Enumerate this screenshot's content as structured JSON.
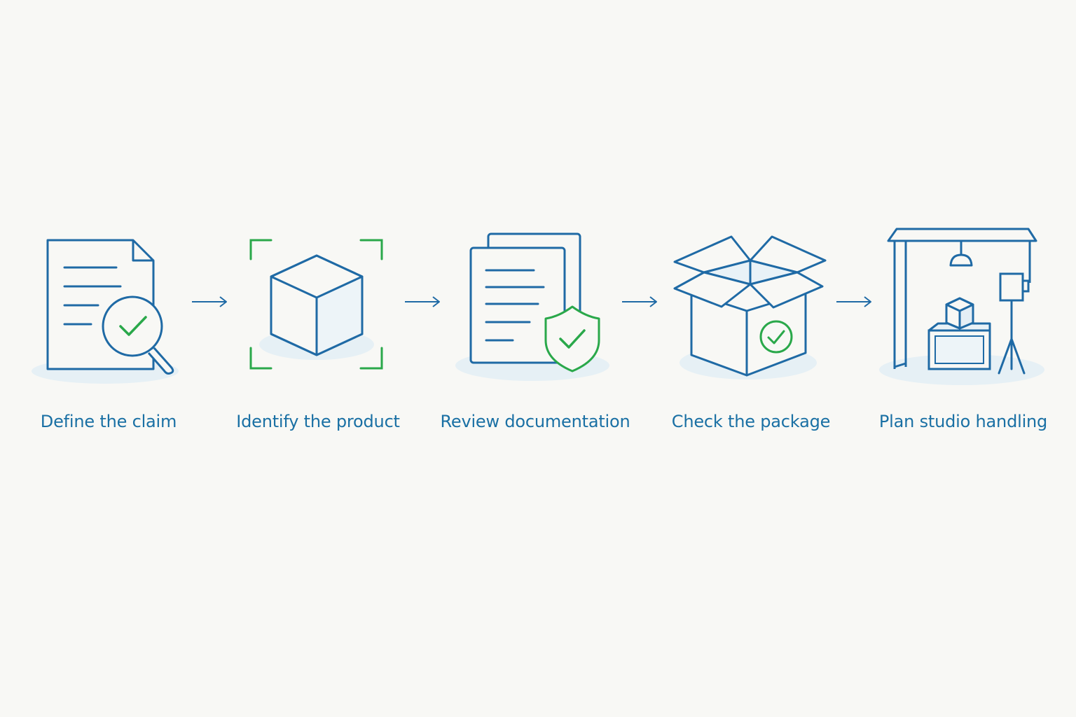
{
  "colors": {
    "primary": "#1f6aa5",
    "accent": "#2aa84a",
    "label": "#1a70a4",
    "shadow": "#e6f0f5",
    "background": "#f8f8f5"
  },
  "steps": [
    {
      "label": "Define the claim",
      "icon": "document-magnifier-check-icon"
    },
    {
      "label": "Identify the product",
      "icon": "cube-scan-icon"
    },
    {
      "label": "Review documentation",
      "icon": "documents-shield-icon"
    },
    {
      "label": "Check the package",
      "icon": "open-box-check-icon"
    },
    {
      "label": "Plan studio handling",
      "icon": "photo-studio-icon"
    }
  ],
  "connectors": [
    "arrow-right-icon",
    "arrow-right-icon",
    "arrow-right-icon",
    "arrow-right-icon"
  ]
}
